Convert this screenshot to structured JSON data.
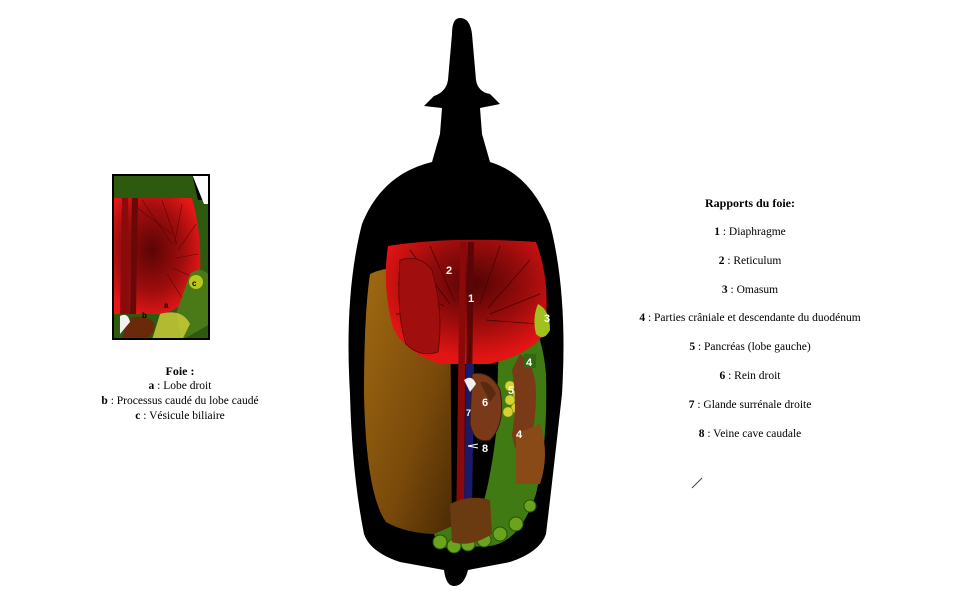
{
  "colors": {
    "outline": "#000000",
    "liver_dark": "#7a0a0a",
    "liver_bright": "#e61414",
    "rumen": "#8a5a10",
    "intestine": "#2f6a10",
    "gland": "#c9d21e",
    "kidney": "#7a3a1a",
    "vein": "#1a1a6a"
  },
  "inset": {
    "labels": {
      "a": "a",
      "b": "b",
      "c": "c"
    }
  },
  "liver_legend": {
    "title": "Foie :",
    "items": [
      {
        "key": "a",
        "text": " : Lobe droit"
      },
      {
        "key": "b",
        "text": " : Processus caudé du lobe caudé"
      },
      {
        "key": "c",
        "text": " : Vésicule biliaire"
      }
    ]
  },
  "diagram": {
    "markers": [
      "1",
      "2",
      "3",
      "4",
      "5",
      "6",
      "7",
      "8"
    ]
  },
  "relations_legend": {
    "title": "Rapports du foie:",
    "items": [
      {
        "key": "1",
        "text": " : Diaphragme"
      },
      {
        "key": "2",
        "text": " : Reticulum"
      },
      {
        "key": "3",
        "text": " : Omasum"
      },
      {
        "key": "4",
        "text": " : Parties crâniale et descendante du duodénum"
      },
      {
        "key": "5",
        "text": " : Pancréas (lobe gauche)"
      },
      {
        "key": "6",
        "text": " : Rein droit"
      },
      {
        "key": "7",
        "text": " : Glande surrénale droite"
      },
      {
        "key": "8",
        "text": " : Veine cave caudale"
      }
    ]
  }
}
